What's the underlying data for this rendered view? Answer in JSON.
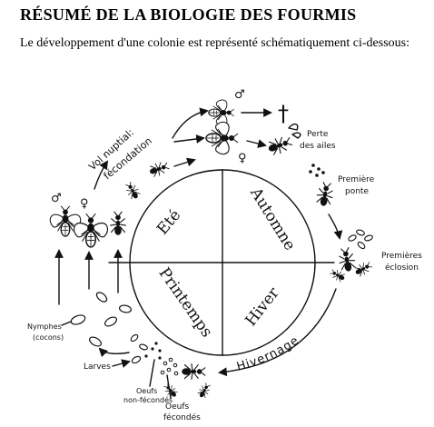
{
  "header": {
    "title": "RÉSUMÉ DE LA BIOLOGIE DES FOURMIS",
    "subtitle": "Le développement d'une colonie est représenté schématiquement ci-dessous:"
  },
  "seasons": {
    "ete": "Eté",
    "automne": "Automne",
    "printemps": "Printemps",
    "hiver": "Hiver"
  },
  "labels": {
    "vol_nuptial_1": "Vol nuptial:",
    "vol_nuptial_2": "fécondation",
    "perte_1": "Perte",
    "perte_2": "des ailes",
    "premiere_ponte_1": "Première",
    "premiere_ponte_2": "ponte",
    "premieres_eclosion_1": "Premières",
    "premieres_eclosion_2": "éclosion",
    "hivernage": "Hivernage",
    "nymphes_1": "Nymphes",
    "nymphes_2": "(cocons)",
    "larves": "Larves",
    "oeufs_non_1": "Oeufs",
    "oeufs_non_2": "non-fécondés",
    "oeufs_fec_1": "Oeufs",
    "oeufs_fec_2": "fécondés"
  },
  "symbols": {
    "male": "♂",
    "female": "♀",
    "death": "†"
  },
  "colors": {
    "ink": "#111111",
    "background": "#ffffff"
  }
}
